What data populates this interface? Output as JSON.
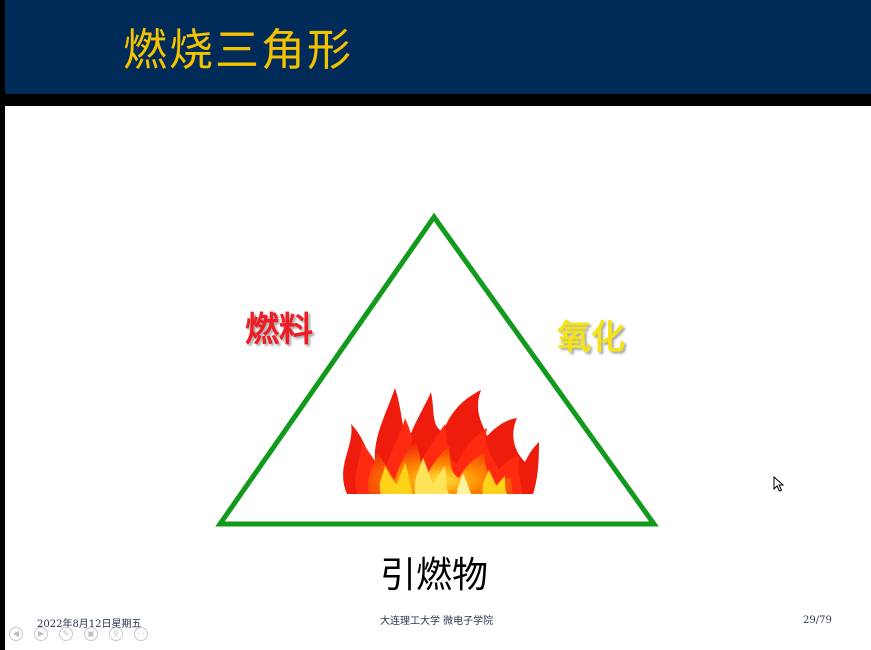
{
  "slide": {
    "title": "燃烧三角形",
    "labels": {
      "fuel": "燃料",
      "oxygen": "氧化",
      "ignition": "引燃物"
    },
    "footer": {
      "date": "2022年8月12日星期五",
      "organization": "大连理工大学  微电子学院",
      "page": "29/79"
    }
  },
  "controls": [
    {
      "name": "previous-slide-icon",
      "glyph": "◀"
    },
    {
      "name": "next-slide-icon",
      "glyph": "▶"
    },
    {
      "name": "pen-icon",
      "glyph": "✎"
    },
    {
      "name": "slide-sorter-icon",
      "glyph": "▣"
    },
    {
      "name": "zoom-icon",
      "glyph": "⚲"
    },
    {
      "name": "more-options-icon",
      "glyph": "⋯"
    }
  ],
  "colors": {
    "title_bar": "#002a57",
    "title_text": "#f3c200",
    "triangle": "#129a1c",
    "fuel": "#ee1c24",
    "oxygen": "#f4e21a"
  }
}
